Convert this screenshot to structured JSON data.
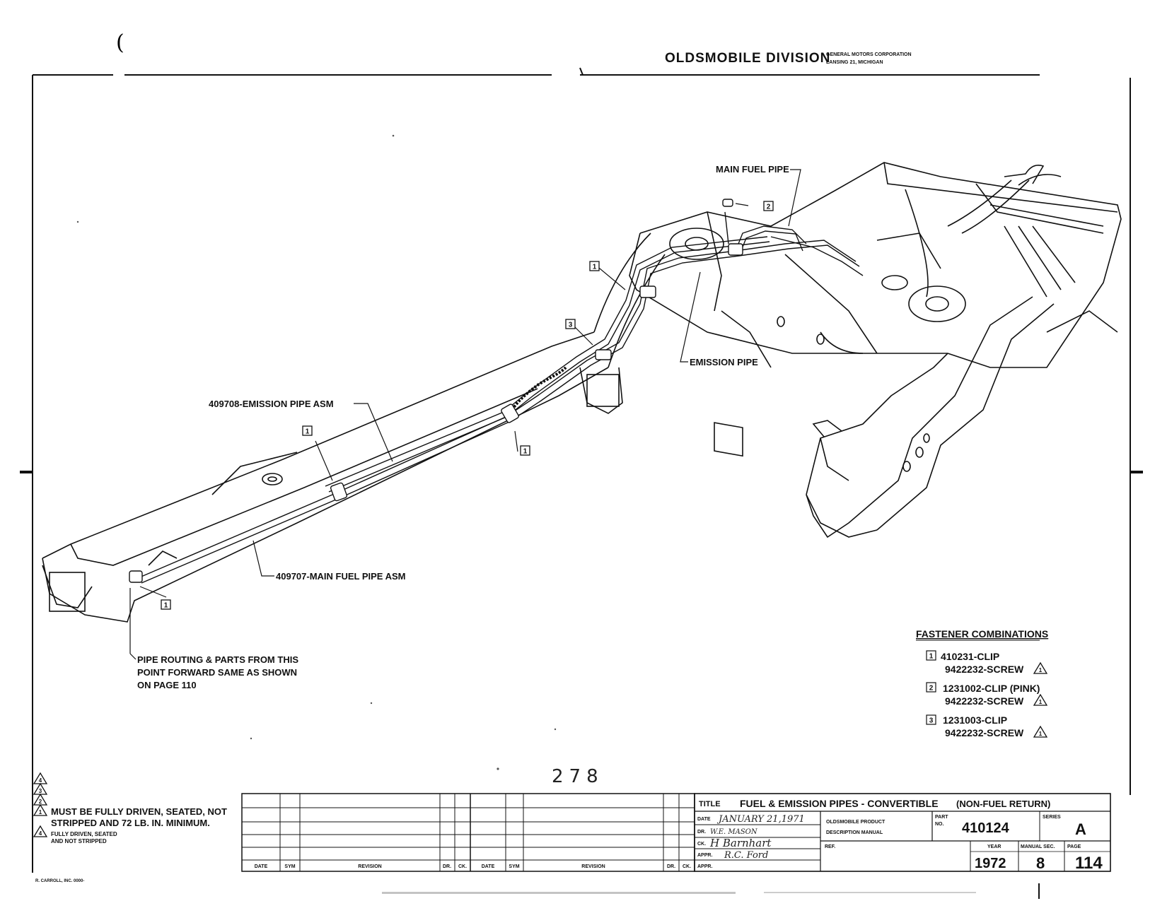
{
  "header": {
    "division": "OLDSMOBILE DIVISION",
    "corp_line1": "GENERAL MOTORS CORPORATION",
    "corp_line2": "LANSING 21, MICHIGAN"
  },
  "callouts": {
    "main_fuel_pipe": "MAIN FUEL PIPE",
    "emission_pipe": "EMISSION PIPE",
    "emission_pipe_asm": "409708-EMISSION PIPE ASM",
    "main_fuel_pipe_asm": "409707-MAIN FUEL PIPE ASM",
    "routing_note": [
      "PIPE ROUTING & PARTS FROM THIS",
      "POINT FORWARD SAME AS SHOWN",
      "ON PAGE 110"
    ],
    "markers": {
      "m1": "1",
      "m2": "2",
      "m3": "3"
    }
  },
  "fasteners": {
    "heading": "FASTENER COMBINATIONS",
    "items": [
      {
        "num": "1",
        "line1": "410231-CLIP",
        "line2": "9422232-SCREW"
      },
      {
        "num": "2",
        "line1": "1231002-CLIP (PINK)",
        "line2": "9422232-SCREW"
      },
      {
        "num": "3",
        "line1": "1231003-CLIP",
        "line2": "9422232-SCREW"
      }
    ]
  },
  "page_stamp": "278",
  "notes": {
    "tri_numbers": [
      "4",
      "3",
      "2",
      "1"
    ],
    "note1": [
      "MUST BE FULLY DRIVEN, SEATED, NOT",
      "STRIPPED AND 72 LB. IN. MINIMUM."
    ],
    "note4_num": "4",
    "note4": [
      "FULLY DRIVEN, SEATED",
      "AND NOT STRIPPED"
    ],
    "printer": "R. CARROLL, INC. 0000-"
  },
  "revision_table": {
    "headers": [
      "DATE",
      "SYM",
      "REVISION",
      "DR.",
      "CK.",
      "DATE",
      "SYM",
      "REVISION",
      "DR.",
      "CK."
    ]
  },
  "title_block": {
    "title_label": "TITLE",
    "title": "FUEL & EMISSION PIPES - CONVERTIBLE",
    "title_suffix": "(NON-FUEL RETURN)",
    "date_label": "DATE",
    "date": "JANUARY 21,1971",
    "dr_label": "DR.",
    "dr": "W.E. MASON",
    "ck_label": "CK.",
    "ck": "H Barnhart",
    "appr_label": "APPR.",
    "appr": "R.C. Ford",
    "appr2_label": "APPR.",
    "product_line1": "OLDSMOBILE PRODUCT",
    "product_line2": "DESCRIPTION MANUAL",
    "ref_label": "REF.",
    "part_label1": "PART",
    "part_label2": "NO.",
    "part_no": "410124",
    "series_label": "SERIES",
    "series": "A",
    "year_label": "YEAR",
    "year": "1972",
    "manual_sec_label": "MANUAL SEC.",
    "manual_sec": "8",
    "page_label": "PAGE",
    "page": "114"
  }
}
